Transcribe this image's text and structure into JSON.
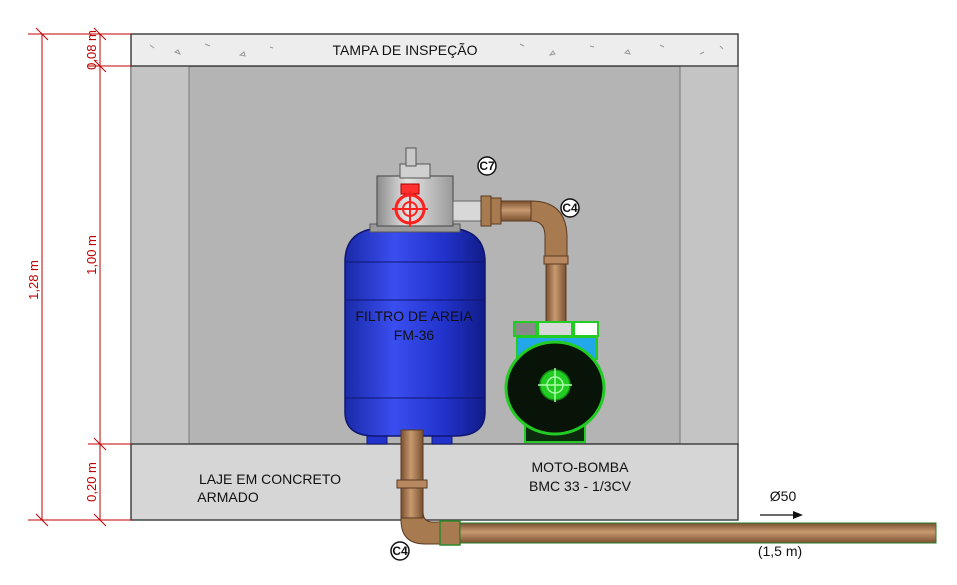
{
  "labels": {
    "lid": "TAMPA DE INSPEÇÃO",
    "filter_line1": "FILTRO DE AREIA",
    "filter_line2": "FM-36",
    "slab_line1": "LAJE EM CONCRETO",
    "slab_line2": "ARMADO",
    "pump_line1": "MOTO-BOMBA",
    "pump_line2": "BMC 33 - 1/3CV",
    "pipe_diameter": "Ø50",
    "pipe_length": "(1,5 m)"
  },
  "dimensions": {
    "total": "1,28 m",
    "lid": "0,08 m",
    "chamber": "1,00 m",
    "slab": "0,20 m"
  },
  "callouts": {
    "c7": "C7",
    "c4_top": "C4",
    "c4_bottom": "C4"
  },
  "colors": {
    "dimension": "#c00000",
    "filter_body": "#2233cc",
    "pipe": "#a0704a",
    "pump_highlight": "#22cc22",
    "chamber": "#b8b8b8",
    "slab": "#d6d6d6"
  }
}
